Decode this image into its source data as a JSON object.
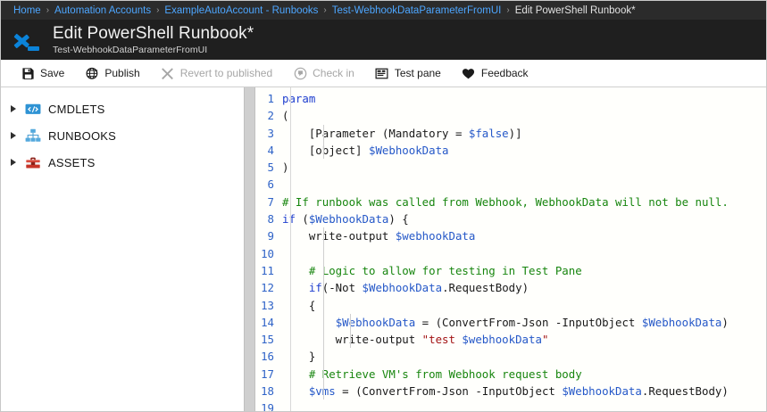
{
  "breadcrumb": {
    "separator": "›",
    "items": [
      {
        "label": "Home",
        "current": false
      },
      {
        "label": "Automation Accounts",
        "current": false
      },
      {
        "label": "ExampleAutoAccount - Runbooks",
        "current": false
      },
      {
        "label": "Test-WebhookDataParameterFromUI",
        "current": false
      },
      {
        "label": "Edit PowerShell Runbook*",
        "current": true
      }
    ]
  },
  "header": {
    "title": "Edit PowerShell Runbook*",
    "subtitle": "Test-WebhookDataParameterFromUI",
    "logo_icon": "powershell-icon",
    "accent_color": "#0b83d9",
    "background_color": "#1f1f1f"
  },
  "toolbar": {
    "items": [
      {
        "label": "Save",
        "icon": "save-icon",
        "disabled": false
      },
      {
        "label": "Publish",
        "icon": "globe-icon",
        "disabled": false
      },
      {
        "label": "Revert to published",
        "icon": "close-x-icon",
        "disabled": true
      },
      {
        "label": "Check in",
        "icon": "checkin-icon",
        "disabled": true
      },
      {
        "label": "Test pane",
        "icon": "test-pane-icon",
        "disabled": false
      },
      {
        "label": "Feedback",
        "icon": "heart-icon",
        "disabled": false
      }
    ]
  },
  "sidebar": {
    "items": [
      {
        "label": "CMDLETS",
        "icon": "code-tag-icon",
        "icon_color": "#2f93d4",
        "expanded": false
      },
      {
        "label": "RUNBOOKS",
        "icon": "hierarchy-icon",
        "icon_color": "#4aa5db",
        "expanded": false
      },
      {
        "label": "ASSETS",
        "icon": "toolbox-icon",
        "icon_color": "#c8342b",
        "expanded": false
      }
    ]
  },
  "editor": {
    "language": "PowerShell",
    "line_count": 19,
    "colors": {
      "line_number": "#2f63c7",
      "keyword": "#1f3fcf",
      "variable": "#2558c8",
      "comment": "#18860f",
      "string": "#a31515",
      "plain": "#1a1a1a",
      "background": "#fffffc"
    },
    "lines": [
      {
        "n": "1",
        "tokens": [
          {
            "t": "param",
            "c": "kw"
          }
        ]
      },
      {
        "n": "2",
        "tokens": [
          {
            "t": "(",
            "c": "pln"
          }
        ]
      },
      {
        "n": "3",
        "tokens": [
          {
            "t": "    [Parameter (Mandatory = ",
            "c": "pln"
          },
          {
            "t": "$false",
            "c": "var"
          },
          {
            "t": ")]",
            "c": "pln"
          }
        ]
      },
      {
        "n": "4",
        "tokens": [
          {
            "t": "    [object] ",
            "c": "pln"
          },
          {
            "t": "$WebhookData",
            "c": "var"
          }
        ]
      },
      {
        "n": "5",
        "tokens": [
          {
            "t": ")",
            "c": "pln"
          }
        ]
      },
      {
        "n": "6",
        "tokens": [
          {
            "t": "",
            "c": "pln"
          }
        ]
      },
      {
        "n": "7",
        "tokens": [
          {
            "t": "# If runbook was called from Webhook, WebhookData will not be null.",
            "c": "cmt"
          }
        ]
      },
      {
        "n": "8",
        "tokens": [
          {
            "t": "if",
            "c": "kw"
          },
          {
            "t": " (",
            "c": "pln"
          },
          {
            "t": "$WebhookData",
            "c": "var"
          },
          {
            "t": ") {",
            "c": "pln"
          }
        ]
      },
      {
        "n": "9",
        "tokens": [
          {
            "t": "    write-output ",
            "c": "pln"
          },
          {
            "t": "$webhookData",
            "c": "var"
          }
        ]
      },
      {
        "n": "10",
        "tokens": [
          {
            "t": "",
            "c": "pln"
          }
        ]
      },
      {
        "n": "11",
        "tokens": [
          {
            "t": "    # Logic to allow for testing in Test Pane",
            "c": "cmt"
          }
        ]
      },
      {
        "n": "12",
        "tokens": [
          {
            "t": "    ",
            "c": "pln"
          },
          {
            "t": "if",
            "c": "kw"
          },
          {
            "t": "(-Not ",
            "c": "pln"
          },
          {
            "t": "$WebhookData",
            "c": "var"
          },
          {
            "t": ".RequestBody)",
            "c": "pln"
          }
        ]
      },
      {
        "n": "13",
        "tokens": [
          {
            "t": "    {",
            "c": "pln"
          }
        ]
      },
      {
        "n": "14",
        "tokens": [
          {
            "t": "        ",
            "c": "pln"
          },
          {
            "t": "$WebhookData",
            "c": "var"
          },
          {
            "t": " = (ConvertFrom-Json -InputObject ",
            "c": "pln"
          },
          {
            "t": "$WebhookData",
            "c": "var"
          },
          {
            "t": ")",
            "c": "pln"
          }
        ]
      },
      {
        "n": "15",
        "tokens": [
          {
            "t": "        write-output ",
            "c": "pln"
          },
          {
            "t": "\"test ",
            "c": "str"
          },
          {
            "t": "$webhookData",
            "c": "var"
          },
          {
            "t": "\"",
            "c": "str"
          }
        ]
      },
      {
        "n": "16",
        "tokens": [
          {
            "t": "    }",
            "c": "pln"
          }
        ]
      },
      {
        "n": "17",
        "tokens": [
          {
            "t": "    # Retrieve VM's from Webhook request body",
            "c": "cmt"
          }
        ]
      },
      {
        "n": "18",
        "tokens": [
          {
            "t": "    ",
            "c": "pln"
          },
          {
            "t": "$vms",
            "c": "var"
          },
          {
            "t": " = (ConvertFrom-Json -InputObject ",
            "c": "pln"
          },
          {
            "t": "$WebhookData",
            "c": "var"
          },
          {
            "t": ".RequestBody)",
            "c": "pln"
          }
        ]
      },
      {
        "n": "19",
        "tokens": [
          {
            "t": "",
            "c": "pln"
          }
        ]
      }
    ]
  }
}
